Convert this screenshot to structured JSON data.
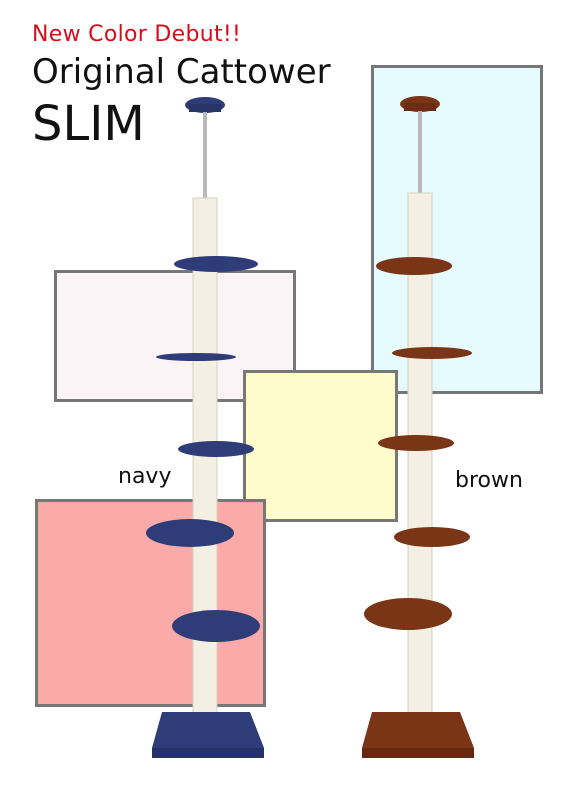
{
  "header": {
    "tagline": "New Color Debut!!",
    "title": "Original Cattower",
    "subtitle": "SLIM"
  },
  "labels": {
    "navy": "navy",
    "brown": "brown"
  },
  "colors": {
    "tagline": "#d40f1a",
    "swatch_light_blue": "#e6fbfd",
    "swatch_pale_pink": "#faf4f7",
    "swatch_pale_yellow": "#fffccc",
    "swatch_pink": "#fbaaaa",
    "swatch_border": "#777777",
    "navy": "#2e3d78",
    "brown": "#7a3416",
    "sisal_post": "#f3efe2"
  }
}
